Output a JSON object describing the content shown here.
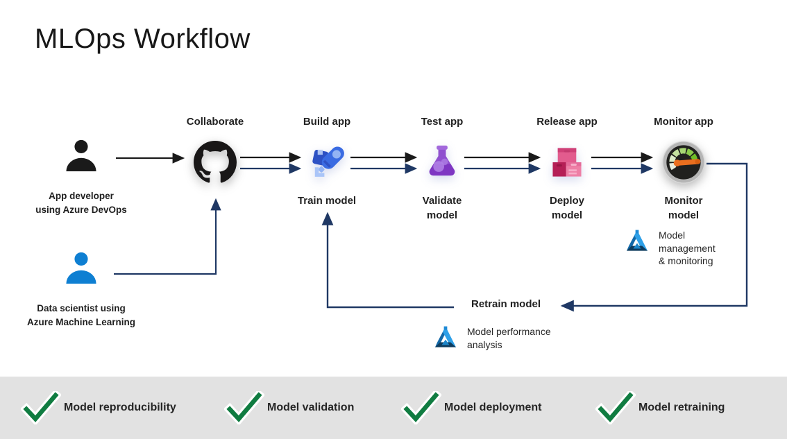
{
  "title": "MLOps Workflow",
  "steps": [
    {
      "app_label": "Collaborate",
      "icon": "github-icon"
    },
    {
      "app_label": "Build app",
      "icon": "rocket-icon",
      "model_label": "Train model"
    },
    {
      "app_label": "Test app",
      "icon": "flask-icon",
      "model_lines": [
        "Validate",
        "model"
      ]
    },
    {
      "app_label": "Release app",
      "icon": "boxes-icon",
      "model_lines": [
        "Deploy",
        "model"
      ]
    },
    {
      "app_label": "Monitor app",
      "icon": "gauge-icon",
      "model_lines": [
        "Monitor",
        "model"
      ]
    }
  ],
  "personas": [
    {
      "icon": "person-icon",
      "lines": [
        "App developer",
        "using Azure DevOps"
      ]
    },
    {
      "icon": "person-icon",
      "lines": [
        "Data scientist using",
        "Azure Machine Learning"
      ]
    }
  ],
  "annotations": {
    "model_management_lines": [
      "Model",
      "management",
      "& monitoring"
    ],
    "retrain_label": "Retrain model",
    "model_performance_lines": [
      "Model performance",
      "analysis"
    ]
  },
  "footer": {
    "items": [
      "Model reproducibility",
      "Model validation",
      "Model deployment",
      "Model retraining"
    ]
  },
  "colors": {
    "arrow_black": "#1a1a1a",
    "arrow_navy": "#1f3864",
    "check_green": "#107c41",
    "footer_bg": "#e2e2e2",
    "azure_blue": "#0e7fd2",
    "github_black": "#191717",
    "rocket_blue": "#3a6be2",
    "flask_purple": "#9050cf",
    "boxes_pink": "#e25c8e",
    "gauge_green": "#6fbe27",
    "needle_orange": "#ea6f1f"
  }
}
